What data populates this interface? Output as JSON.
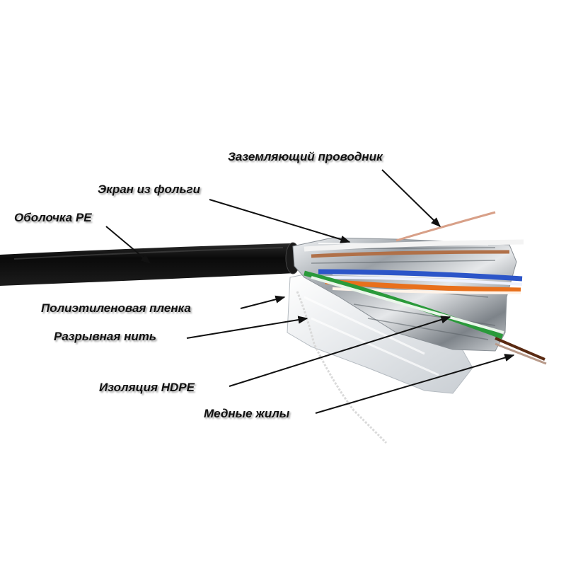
{
  "labels": {
    "grounding_wire": "Заземляющий проводник",
    "foil_screen": "Экран из фольги",
    "pe_sheath": "Оболочка PE",
    "pe_film": "Полиэтиленовая пленка",
    "rip_cord": "Разрывная нить",
    "hdpe_insulation": "Изоляция HDPE",
    "copper_cores": "Медные жилы"
  },
  "colors": {
    "sheath": "#101010",
    "foil": "#c8ccd0",
    "pair_blue": "#2c55c8",
    "pair_orange": "#e8701c",
    "pair_green": "#2a9a3a",
    "pair_brown": "#5a2a12",
    "leader_line": "#111111"
  }
}
